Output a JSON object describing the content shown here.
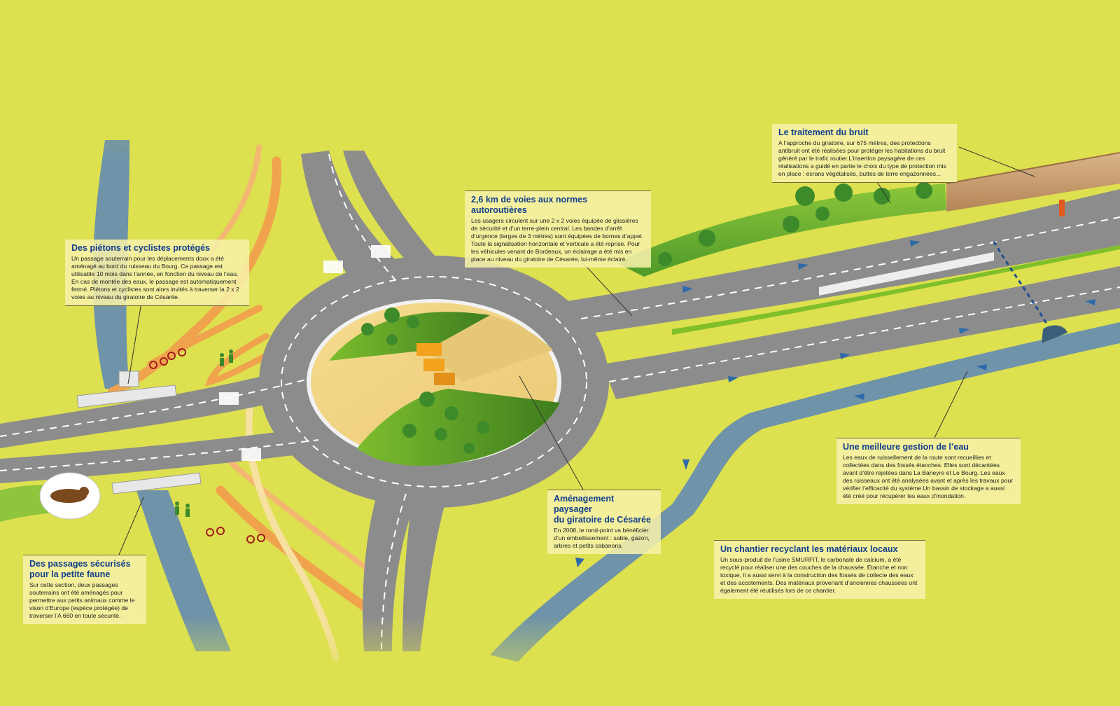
{
  "callouts": {
    "pietons": {
      "title": "Des piétons et cyclistes protégés",
      "body": "Un passage souterrain pour les déplacements doux a été aménagé au bord du ruisseau du Bourg. Ce passage est utilisable 10 mois dans l’année, en fonction du niveau de l’eau. En cas de montée des eaux, le passage est automatiquement fermé. Piétons et cyclistes sont alors invités à traverser la 2 x 2 voies au niveau du giratoire de Césarée."
    },
    "voies": {
      "title": "2,6 km de voies aux normes autoroutières",
      "body": "Les usagers circulent sur une 2 x 2 voies équipée de glissières de sécurité et d’un terre-plein central. Les bandes d’arrêt d’urgence (larges de 3 mètres) sont équipées de bornes d’appel. Toute la signalisation horizontale et verticale a été reprise. Pour les véhicules venant de Bordeaux, un éclairage a été mis en place au niveau du giratoire de Césarée, lui-même éclairé."
    },
    "bruit": {
      "title": "Le traitement du bruit",
      "body": "A l’approche du giratoire, sur 675 mètres, des protections antibruit ont été réalisées pour protéger les habitations du bruit généré par le trafic routier.L’insertion paysagère de ces réalisations a guidé en partie le choix du type de protection mis en place : écrans végétalisés, buttes de terre engazonnées..."
    },
    "eau": {
      "title": "Une meilleure gestion de l’eau",
      "body": "Les eaux de ruissellement de la route sont recueillies et collectées dans des fossés étanches. Elles sont décantées avant d’être rejetées dans La Baneyre et Le Bourg. Les eaux des ruisseaux ont été analysées avant et après les travaux pour vérifier l’efficacité du système.Un bassin de stockage a aussi été créé pour récupérer les eaux d’inondation."
    },
    "paysager": {
      "title": "Aménagement paysager\ndu giratoire de Césarée",
      "body": "En 2008, le rond-point va bénéficier d’un embellissement : sable, gazon, arbres et petits cabanons."
    },
    "faune": {
      "title": "Des passages sécurisés\npour la petite faune",
      "body": "Sur cette section, deux passages souterrains ont été aménagés pour permettre aux petits animaux comme le vison d’Europe (espèce protégée) de traverser l’A 660 en toute sécurité."
    },
    "chantier": {
      "title": "Un chantier recyclant les matériaux locaux",
      "body": "Un sous-produit de l’usine SMURFIT, le carbonate de calcium, a été recyclé pour réaliser une des couches de la chaussée. Etanche et non toxique, il a aussi servi à la construction des fossés de collecte des eaux et des accotements. Des matériaux provenant d’anciennes chaussées ont également été réutilisés lors de ce chantier."
    }
  },
  "colors": {
    "background": "#dde04f",
    "road": "#8c8c8c",
    "water": "#6f93a8",
    "path_orange": "#f0a34c",
    "grass": "#7fbf2a",
    "title_blue": "#123f8c",
    "callout_bg": "#f6f0a8"
  },
  "icons": [
    "cyclist-icon",
    "pedestrian-icon",
    "mink-icon",
    "tree-icon",
    "cabin-icon",
    "direction-arrow-icon",
    "emergency-call-post-icon",
    "noise-barrier-icon"
  ]
}
